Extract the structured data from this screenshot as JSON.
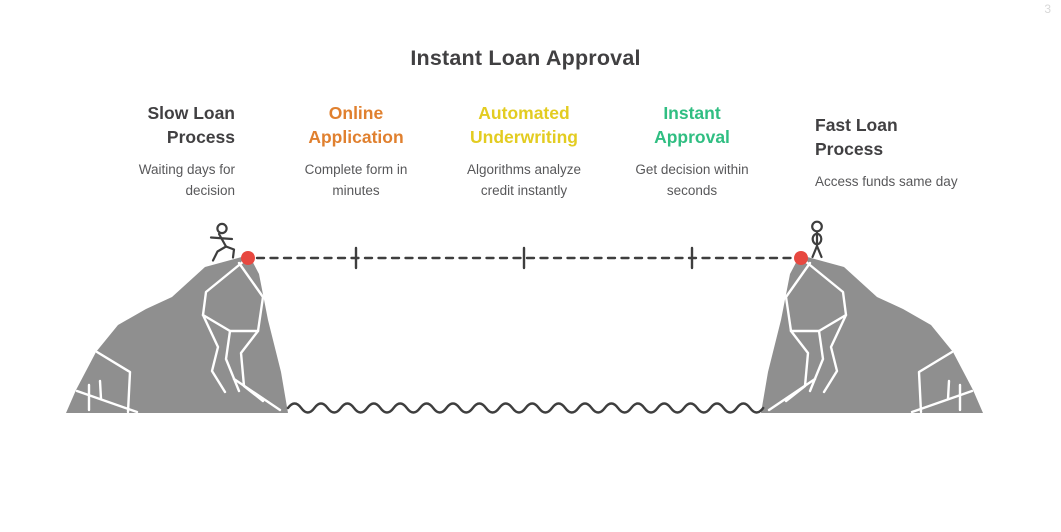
{
  "page_number": "3",
  "title": "Instant Loan Approval",
  "columns": [
    {
      "title": "Slow Loan\nProcess",
      "subtitle": "Waiting days for\ndecision",
      "color": "#414042"
    },
    {
      "title": "Online\nApplication",
      "subtitle": "Complete form in\nminutes",
      "color": "#E0802F"
    },
    {
      "title": "Automated\nUnderwriting",
      "subtitle": "Algorithms analyze\ncredit instantly",
      "color": "#E3CC21"
    },
    {
      "title": "Instant\nApproval",
      "subtitle": "Get decision within\nseconds",
      "color": "#30BE82"
    },
    {
      "title": "Fast Loan\nProcess",
      "subtitle": "Access funds same day",
      "color": "#414042"
    }
  ],
  "scene": {
    "colors": {
      "cliff": "#8F8F8F",
      "ink": "#3E3E3E",
      "crack": "#FFFFFF",
      "dot": "#E74840",
      "subtext": "#58585A",
      "heading-dark": "#414042",
      "page-num": "#D8D8D8"
    }
  }
}
